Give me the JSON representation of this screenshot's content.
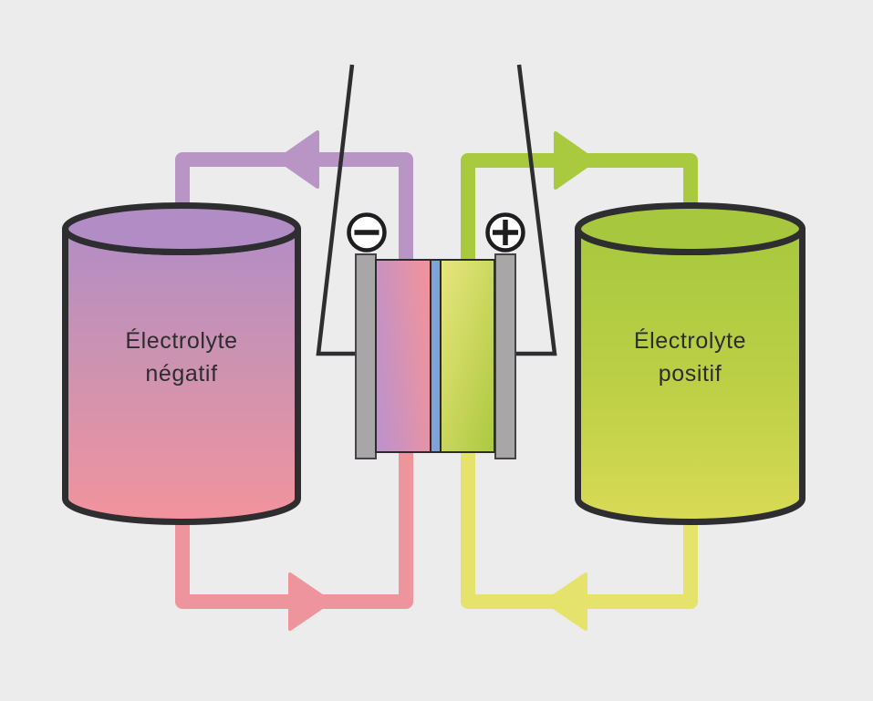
{
  "diagram": {
    "type": "redox-flow-battery-schematic",
    "background_color": "#ececec",
    "outline_color": "#2e2d2f",
    "labels": {
      "negative_tank": [
        "Électrolyte",
        "négatif"
      ],
      "positive_tank": [
        "Électrolyte",
        "positif"
      ]
    },
    "terminals": {
      "negative_symbol": "−",
      "positive_symbol": "+"
    },
    "tanks": {
      "negative": {
        "color_top": "#b28dc5",
        "color_bottom": "#f2939d"
      },
      "positive": {
        "color_top": "#a7c83e",
        "color_bottom": "#d9da55"
      }
    },
    "cell": {
      "electrode_color": "#a9a6a7",
      "membrane_color": "#7ea3d8",
      "negative_chamber_colors": [
        "#bf92ca",
        "#ef939d"
      ],
      "positive_chamber_colors": [
        "#e7e57d",
        "#adc93f"
      ]
    },
    "pipes": {
      "negative_top_color": "#b995c5",
      "negative_bottom_color": "#ee949c",
      "positive_top_color": "#a9c93f",
      "positive_bottom_color": "#e5e36b"
    }
  }
}
